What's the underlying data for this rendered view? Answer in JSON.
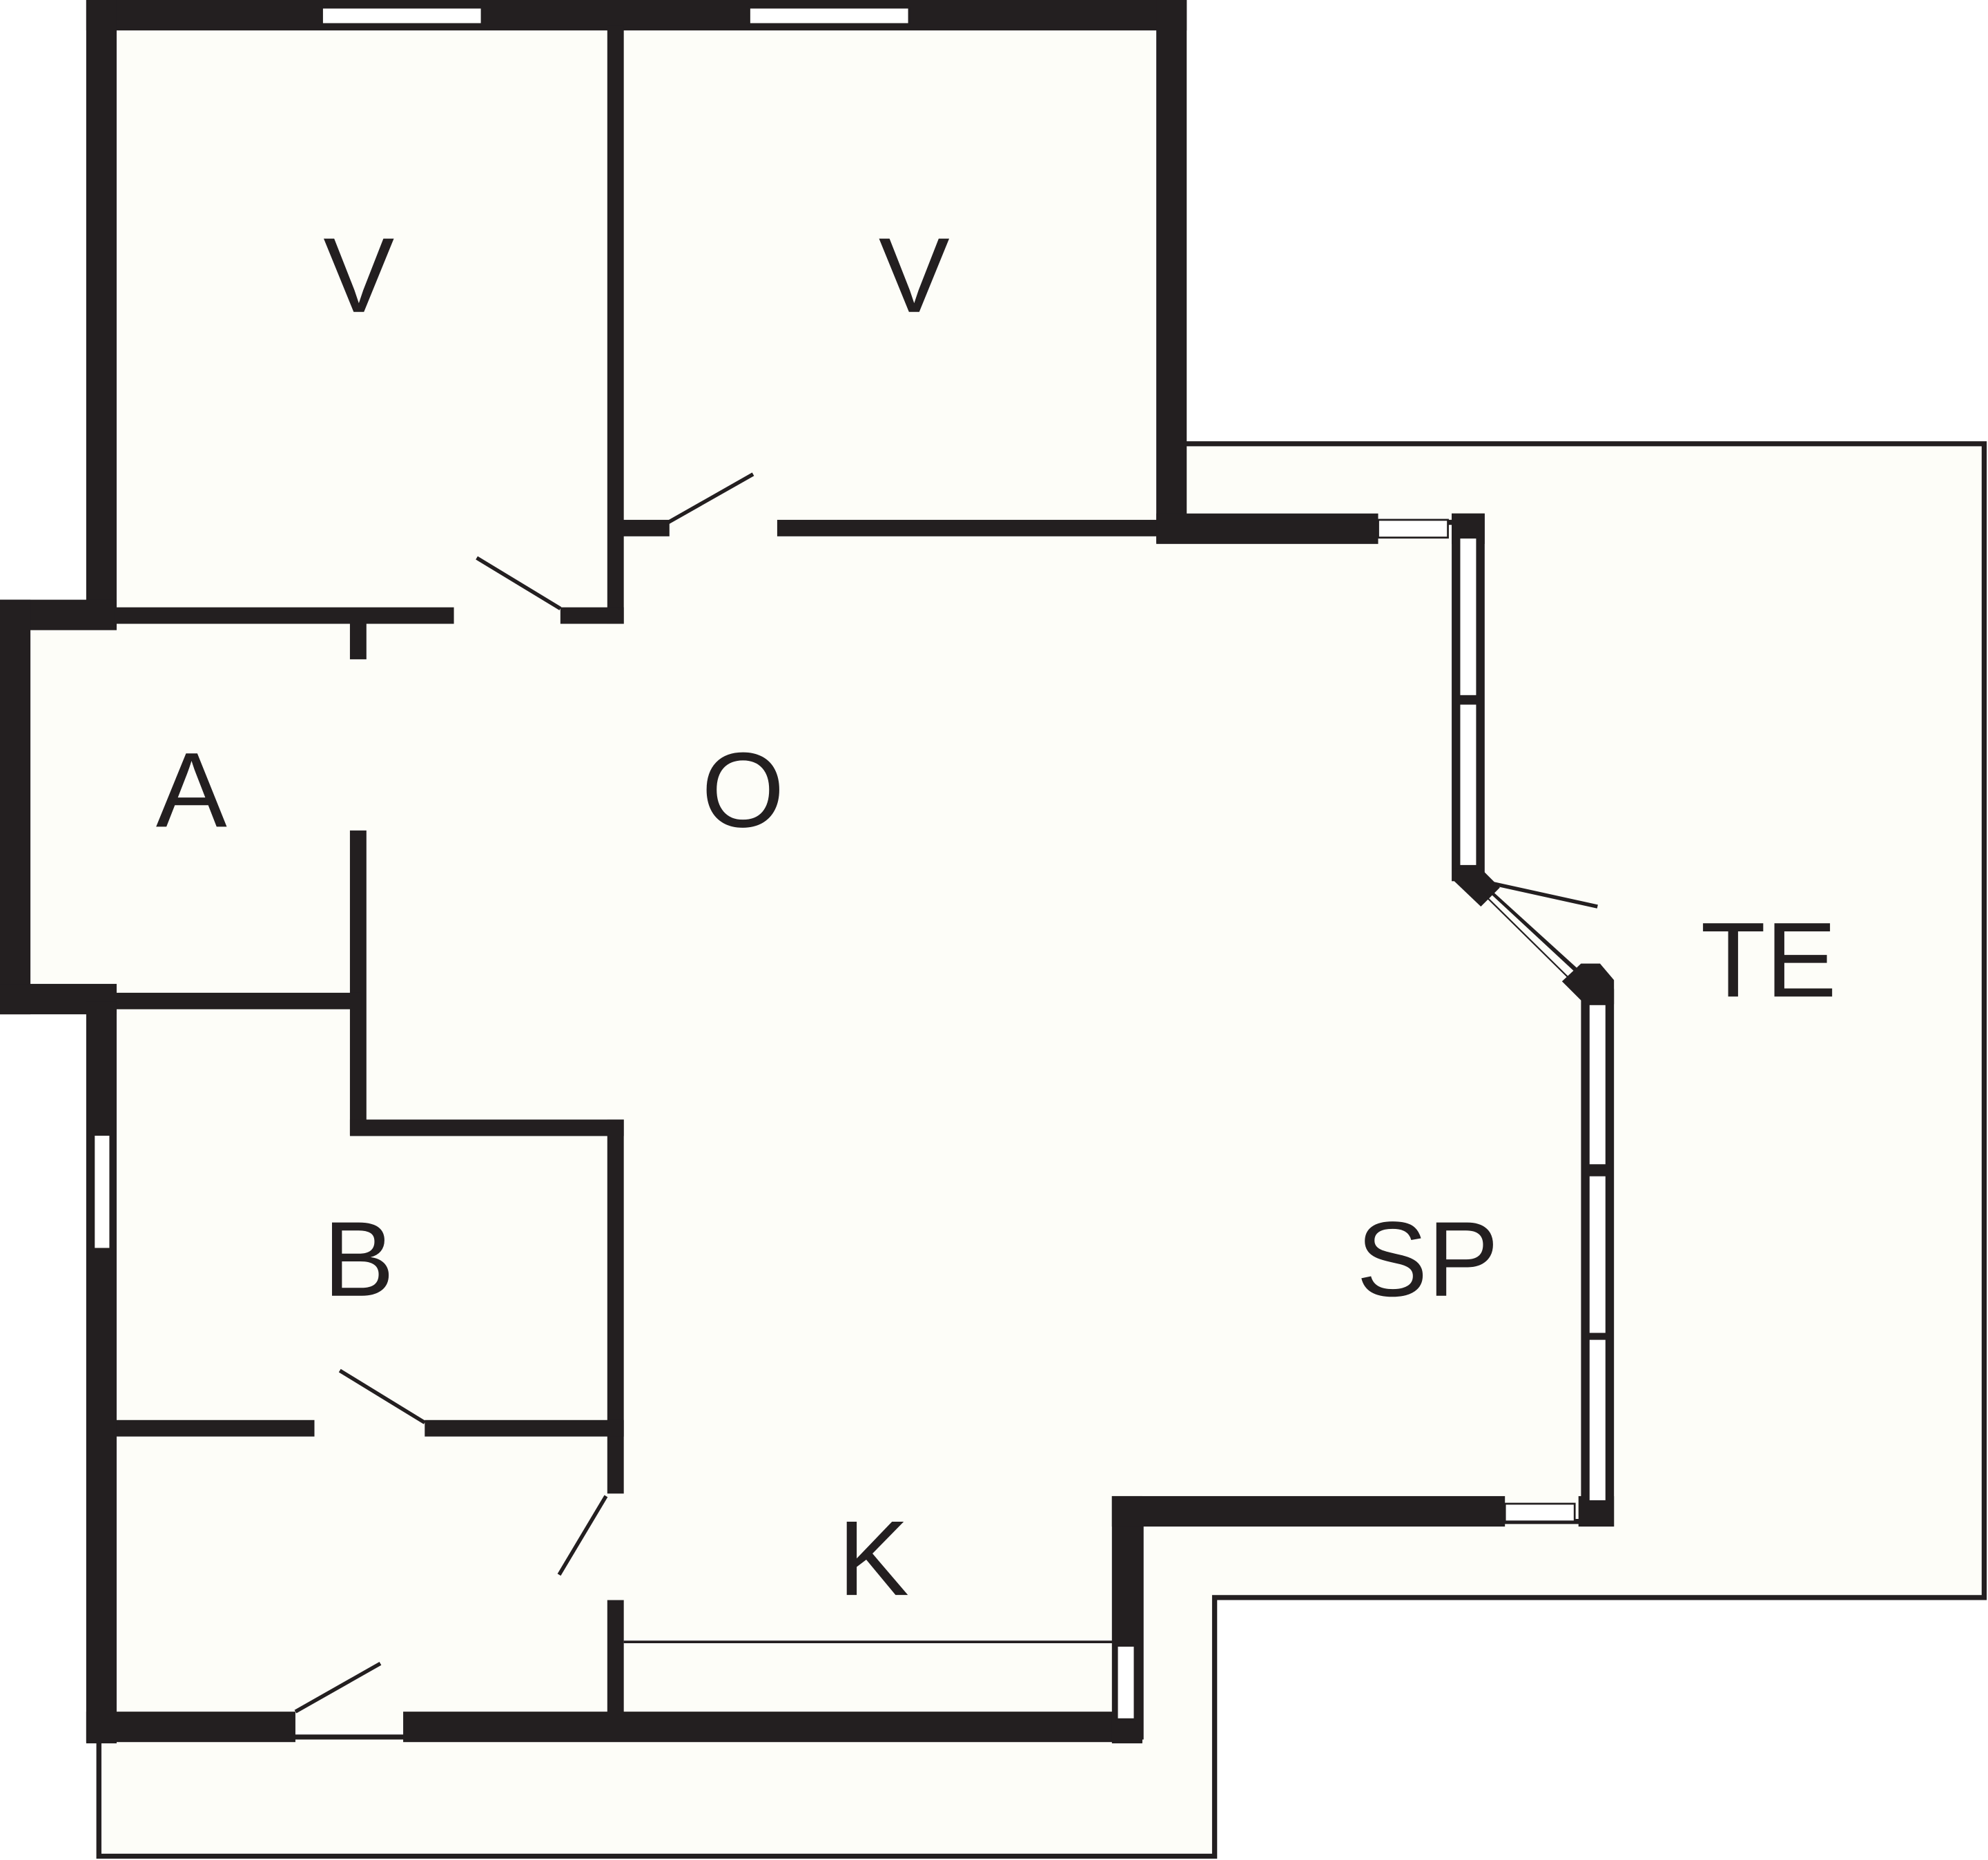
{
  "diagram": {
    "type": "floor-plan",
    "colors": {
      "wall": "#231f20",
      "floor": "#fdfdf8",
      "background": "#ffffff",
      "window": "#ffffff"
    },
    "rooms": [
      {
        "id": "bedroom-1",
        "label": "V"
      },
      {
        "id": "bedroom-2",
        "label": "V"
      },
      {
        "id": "hall",
        "label": "A"
      },
      {
        "id": "living",
        "label": "O"
      },
      {
        "id": "bathroom",
        "label": "B"
      },
      {
        "id": "dining",
        "label": "SP"
      },
      {
        "id": "kitchen",
        "label": "K"
      },
      {
        "id": "terrace",
        "label": "TE"
      }
    ]
  }
}
